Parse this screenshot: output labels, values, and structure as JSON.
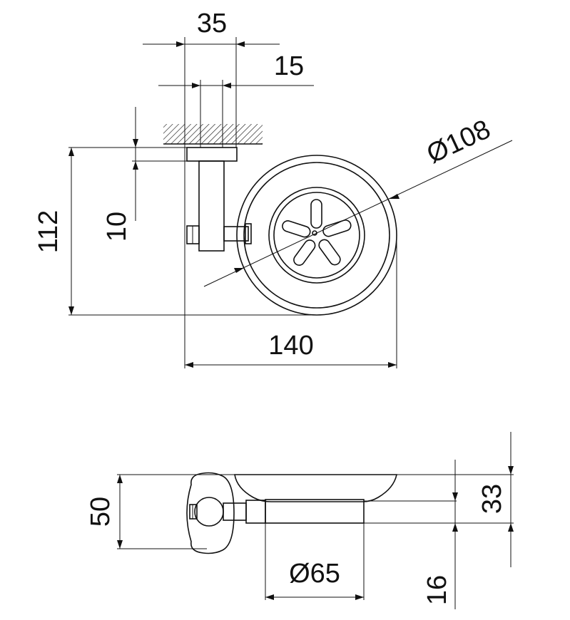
{
  "drawing": {
    "dimensions": {
      "width_35": "35",
      "width_15": "15",
      "diameter_108": "Ø108",
      "height_112": "112",
      "height_10": "10",
      "width_140": "140",
      "height_50": "50",
      "height_33": "33",
      "diameter_65": "Ø65",
      "height_16": "16"
    }
  }
}
